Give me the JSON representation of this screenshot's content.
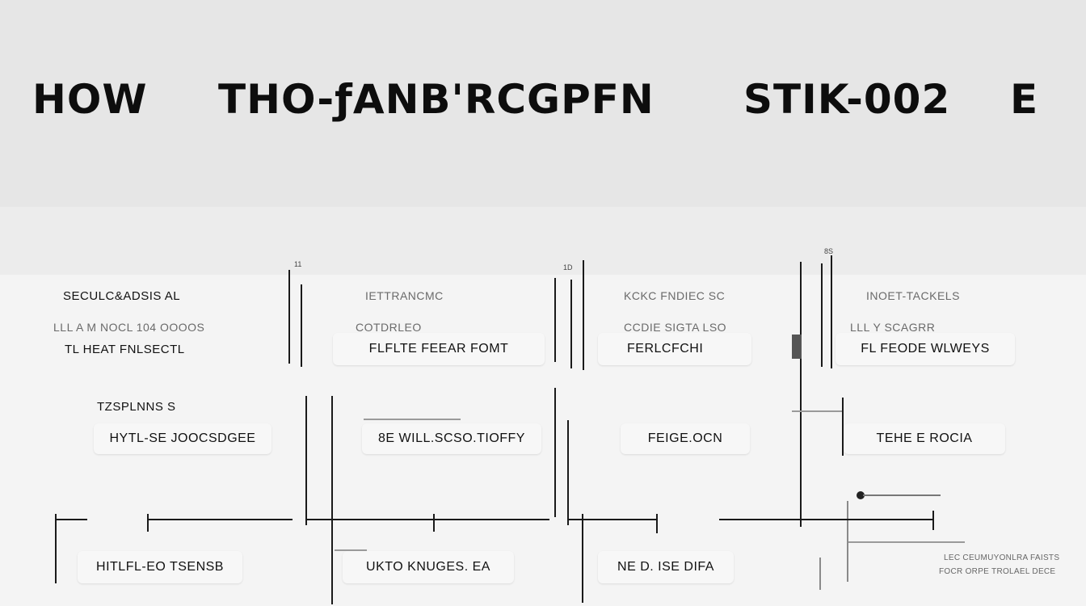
{
  "title": {
    "part1": "HOW",
    "part2": "THO-ƒANB'RCGPFN",
    "part3": "STIK-002",
    "part4": "E"
  },
  "columns": [
    {
      "header1": "SECULC&ADSIS AL",
      "header2": "LLL A M NOCL 104 OOOOS",
      "header3": "TL HEAT FNLSECTL",
      "card_main": ""
    },
    {
      "header1": "IETTRANCMC",
      "header2": "COTDRLEO",
      "card_main": "FLFLTE FEEAR FOMT"
    },
    {
      "header1": "KCKC FNDIEC SC",
      "header2": "CCDIE SIGTA LSO",
      "card_main": "FERLCFCHI"
    },
    {
      "header1": "INOET-TACKELS",
      "header2": "LLL Y SCAGRR",
      "card_main": "FL FEODE WLWEYS"
    }
  ],
  "row2": {
    "left_label": "TZSPLNNS S",
    "cards": [
      "HYTL-SE JOOCSDGEE",
      "8E WILL.SCSO.TIOFFY",
      "FEIGE.OCN",
      "TEHE E ROCIA"
    ]
  },
  "row3": {
    "cards": [
      "HITLFL-EO TSENSB",
      "UKTO KNUGES. EA",
      "NE D. ISE DIFA"
    ],
    "note_line1": "LEC CEUMUYONLRA FAISTS",
    "note_line2": "FOCR ORPE TROLAEL DECE"
  },
  "markers": {
    "m1": "11",
    "m2": "1D",
    "m3": "8S"
  }
}
